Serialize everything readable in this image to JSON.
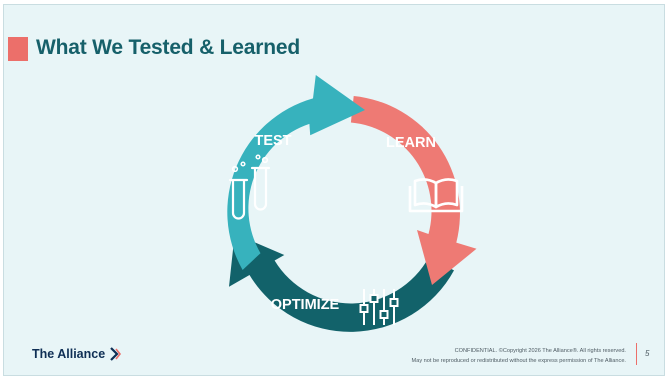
{
  "slide": {
    "title": "What We Tested & Learned",
    "page_number": "5"
  },
  "cycle": {
    "segments": [
      {
        "label": "TEST",
        "icon": "test-tubes-icon",
        "color": "#37b2bd"
      },
      {
        "label": "LEARN",
        "icon": "open-book-icon",
        "color": "#ee7a74"
      },
      {
        "label": "OPTIMIZE",
        "icon": "sliders-icon",
        "color": "#12626a"
      }
    ]
  },
  "footer": {
    "logo_text": "The Alliance",
    "legal_line_1": "CONFIDENTIAL. ©Copyright 2026 The Alliance®. All rights reserved.",
    "legal_line_2": "May not be reproduced or redistributed without the express permission of The Alliance."
  },
  "colors": {
    "title": "#16606a",
    "accent": "#ec6f6a",
    "background": "#e8f5f7"
  }
}
